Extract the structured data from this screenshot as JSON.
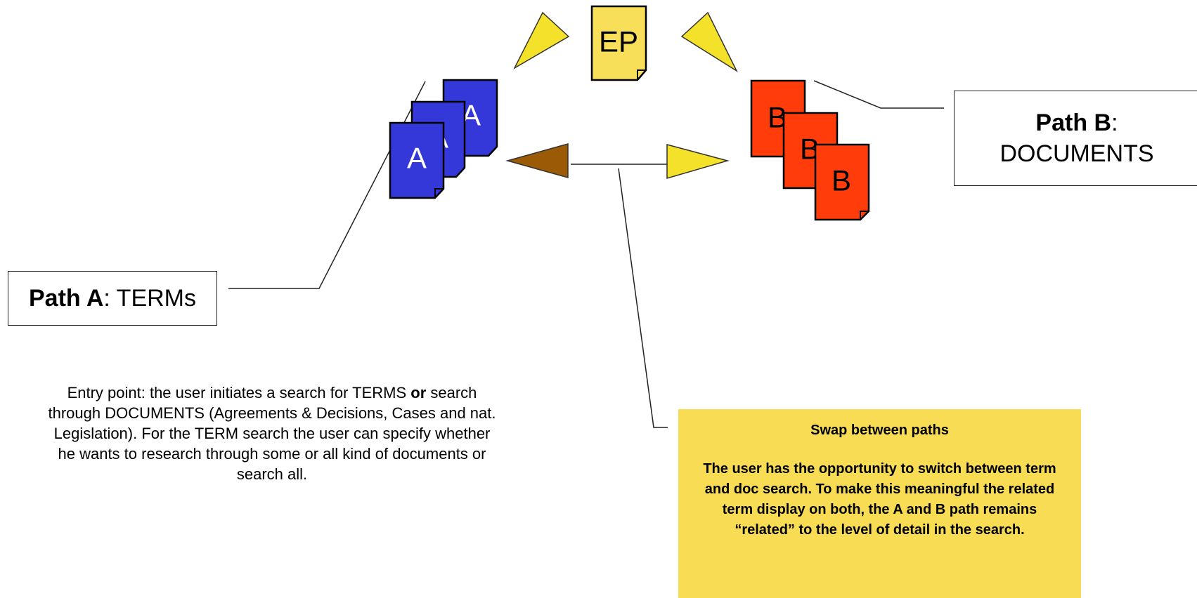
{
  "documents": {
    "ep_label": "EP",
    "a_label": "A",
    "b_label": "B"
  },
  "path_a": {
    "title": "Path A",
    "suffix": ": TERMs"
  },
  "path_b": {
    "title": "Path B",
    "colon": ":",
    "subtitle": "DOCUMENTS"
  },
  "entry_point": {
    "before_bold": "Entry point: the user initiates a search for TERMS ",
    "bold": "or",
    "after_bold": " search through DOCUMENTS (Agreements & Decisions, Cases and nat. Legislation). For the TERM search the user can specify whether he wants to research through some or all kind of documents or search all."
  },
  "swap": {
    "title": "Swap between paths",
    "body": "The user has the opportunity to switch between term and doc search. To make this meaningful the related term display on both, the A and B path remains “related” to the level of detail in the search."
  },
  "colors": {
    "doc_a": "#3538d9",
    "doc_b": "#ff3c0a",
    "doc_ep": "#f8df5a",
    "arrow_yellow": "#f4e12a",
    "arrow_brown": "#9a5a06",
    "swap_box": "#f7dc54"
  }
}
